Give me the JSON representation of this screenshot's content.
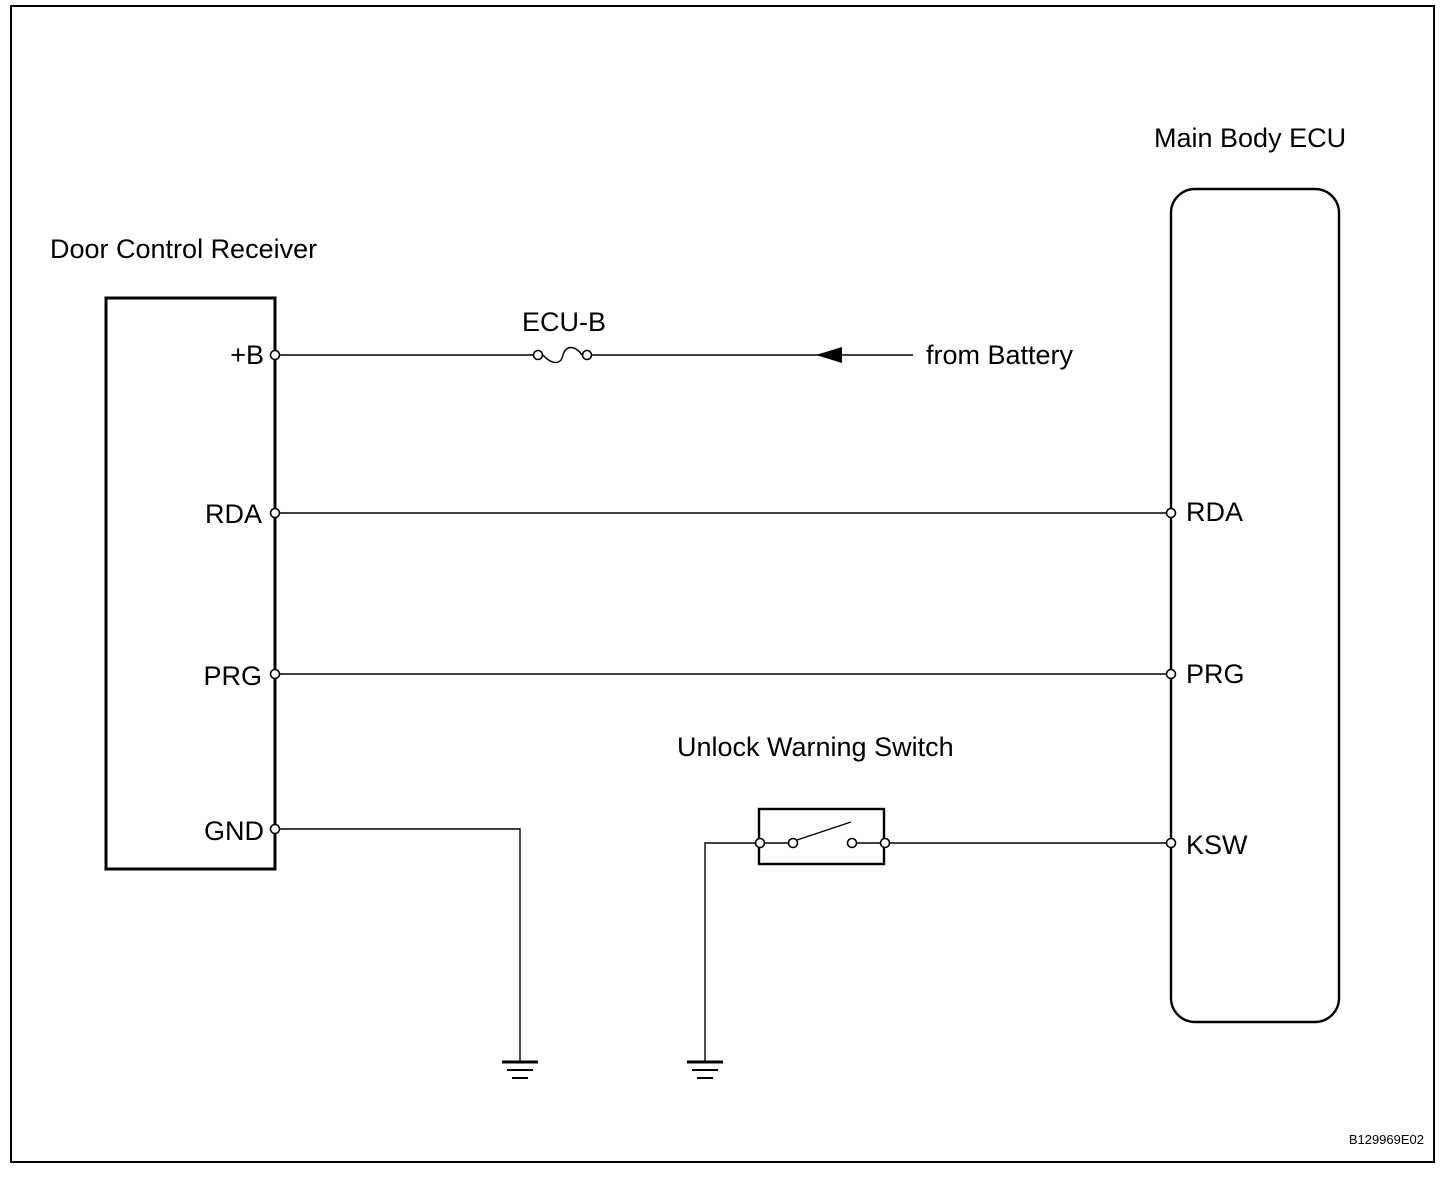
{
  "colors": {
    "line": "#000000",
    "background": "#ffffff"
  },
  "door_control_receiver": {
    "title": "Door Control Receiver",
    "pins": {
      "b": "+B",
      "rda": "RDA",
      "prg": "PRG",
      "gnd": "GND"
    }
  },
  "main_body_ecu": {
    "title": "Main Body ECU",
    "pins": {
      "rda": "RDA",
      "prg": "PRG",
      "ksw": "KSW"
    }
  },
  "fuse": {
    "label": "ECU-B"
  },
  "battery": {
    "label": "from Battery"
  },
  "unlock_switch": {
    "label": "Unlock Warning Switch"
  },
  "figure_code": "B129969E02",
  "icons": {
    "ground": "ground-symbol-icon",
    "fuse": "fuse-icon",
    "switch": "switch-icon",
    "arrow": "arrow-left-icon"
  }
}
